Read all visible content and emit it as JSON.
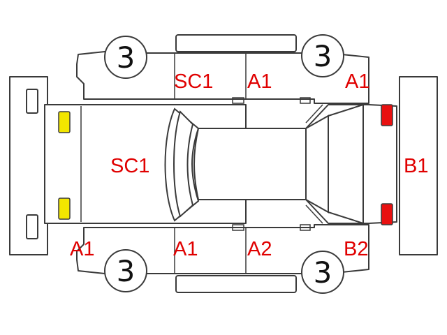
{
  "colors": {
    "code_text": "#e00000",
    "yellow_light": "#f2e600",
    "red_light": "#e81010",
    "outline": "#3a3a3a"
  },
  "tires": {
    "front_left": "3",
    "front_right": "3",
    "rear_left": "3",
    "rear_right": "3"
  },
  "damage_codes": {
    "top_front_door": "SC1",
    "top_rear_door": "A1",
    "top_rear_fender": "A1",
    "hood": "SC1",
    "rear_end": "B1",
    "bottom_front_fender": "A1",
    "bottom_front_door": "A1",
    "bottom_rear_door": "A2",
    "bottom_rear_fender": "B2"
  }
}
